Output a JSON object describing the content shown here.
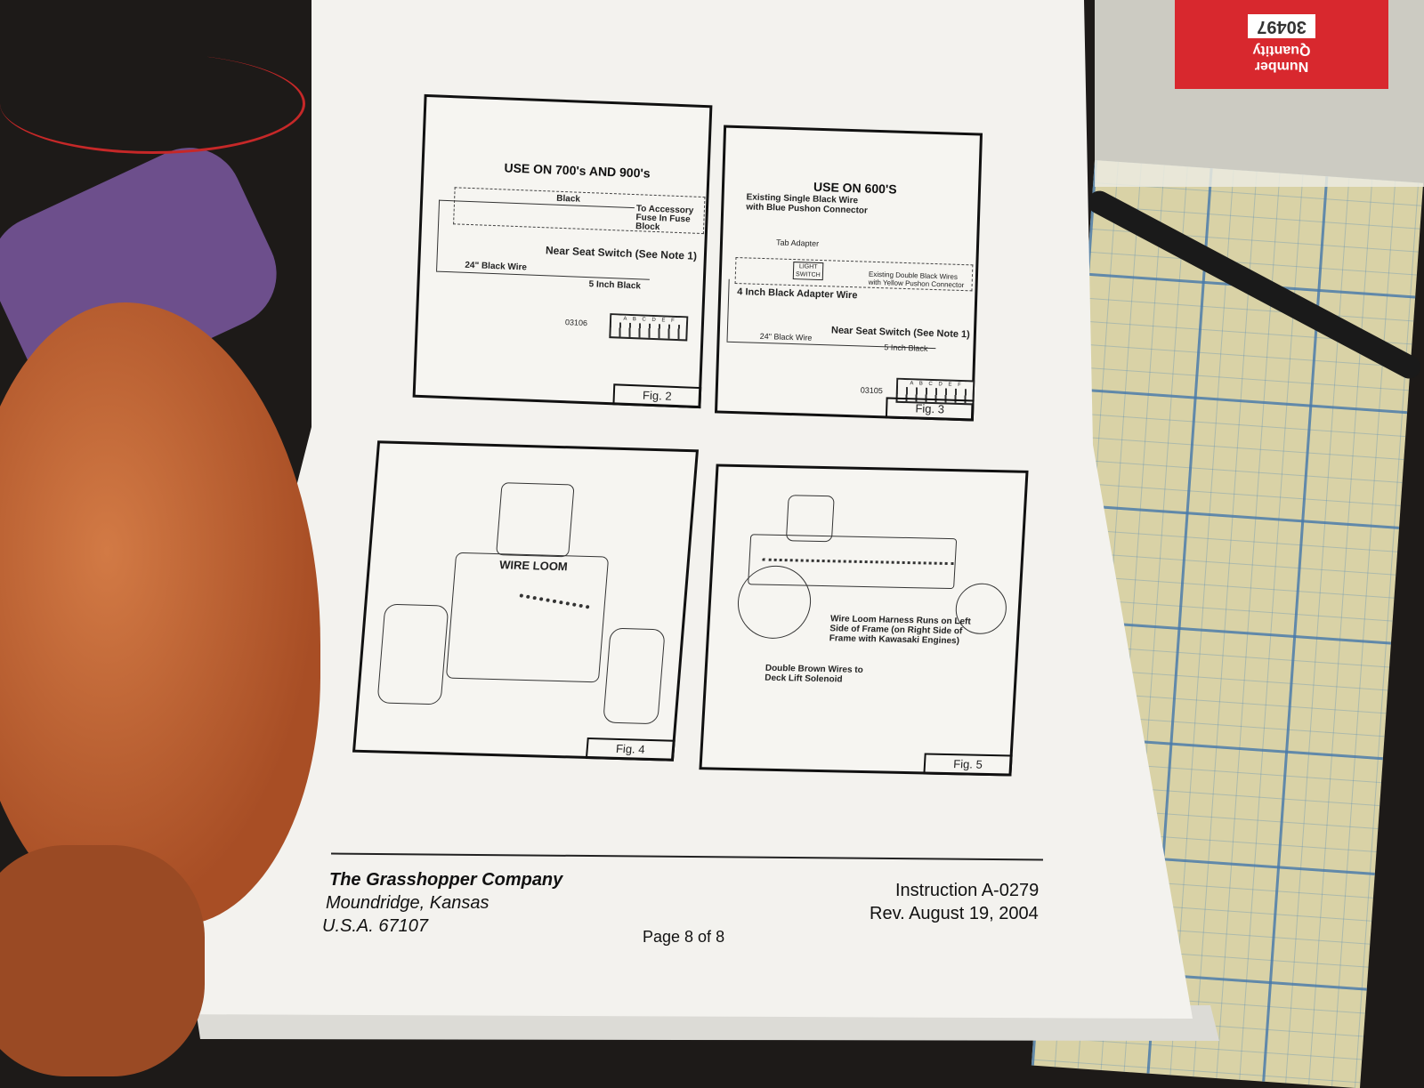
{
  "background": {
    "bag_label": {
      "line1": "Number",
      "line2": "Quantity",
      "handwritten": "30497"
    }
  },
  "figures": [
    {
      "id": "fig2",
      "title": "USE ON 700's AND 900's",
      "labels": [
        "Black",
        "To Accessory Fuse In Fuse Block",
        "Near Seat Switch (See Note 1)",
        "24\" Black Wire",
        "5 Inch Black",
        "03106"
      ],
      "caption": "Fig. 2"
    },
    {
      "id": "fig3",
      "title": "USE ON 600'S",
      "labels": [
        "Existing Single Black Wire with Blue Pushon Connector",
        "Tab Adapter",
        "LIGHT SWITCH",
        "Existing Double Black Wires with Yellow Pushon Connector",
        "4 Inch Black Adapter Wire",
        "Near Seat Switch (See Note 1)",
        "24\" Black Wire",
        "5 Inch Black",
        "03105"
      ],
      "caption": "Fig. 3"
    },
    {
      "id": "fig4",
      "labels": [
        "WIRE LOOM"
      ],
      "caption": "Fig. 4"
    },
    {
      "id": "fig5",
      "labels": [
        "Wire Loom Harness Runs on Left Side of Frame (on Right Side of Frame with Kawasaki Engines)",
        "Double Brown Wires to Deck Lift Solenoid"
      ],
      "caption": "Fig. 5"
    }
  ],
  "fuse_block_letters": "A B C D E F",
  "footer": {
    "company": "The Grasshopper Company",
    "city": "Moundridge, Kansas",
    "zip": "U.S.A. 67107",
    "page": "Page 8 of 8",
    "instruction": "Instruction A-0279",
    "revision": "Rev. August 19, 2004"
  }
}
